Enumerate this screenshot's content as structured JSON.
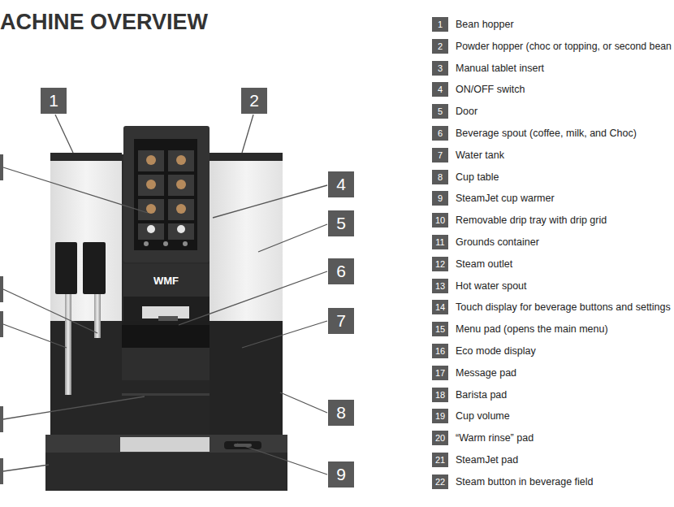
{
  "diagram": {
    "title": "ACHINE OVERVIEW",
    "nodes": [
      {
        "text": [
          "1"
        ]
      },
      {
        "text": [
          "2"
        ]
      },
      {
        "text": [
          "4"
        ]
      },
      {
        "text": [
          "5"
        ]
      },
      {
        "text": [
          "6"
        ]
      },
      {
        "text": [
          "7"
        ]
      },
      {
        "text": [
          "8"
        ]
      },
      {
        "text": [
          "9"
        ]
      },
      {
        "text": [
          "1",
          "Bean hopper"
        ]
      },
      {
        "text": [
          "2",
          "Powder hopper (choc or topping, or second bean"
        ]
      },
      {
        "text": [
          "3",
          "Manual tablet insert"
        ]
      },
      {
        "text": [
          "4",
          "ON/OFF switch"
        ]
      },
      {
        "text": [
          "5",
          "Door"
        ]
      },
      {
        "text": [
          "6",
          "Beverage spout (coffee, milk, and Choc)"
        ]
      },
      {
        "text": [
          "7",
          "Water tank"
        ]
      },
      {
        "text": [
          "8",
          "Cup table"
        ]
      },
      {
        "text": [
          "9",
          "SteamJet cup warmer"
        ]
      },
      {
        "text": [
          "10",
          "Removable drip tray with drip grid"
        ]
      },
      {
        "text": [
          "11",
          "Grounds container"
        ]
      },
      {
        "text": [
          "12",
          "Steam outlet"
        ]
      },
      {
        "text": [
          "13",
          "Hot water spout"
        ]
      },
      {
        "text": [
          "14",
          "Touch display for beverage buttons and settings"
        ]
      },
      {
        "text": [
          "15",
          "Menu pad (opens the main menu)"
        ]
      },
      {
        "text": [
          "16",
          "Eco mode display"
        ]
      },
      {
        "text": [
          "17",
          "Message pad"
        ]
      },
      {
        "text": [
          "18",
          "Barista pad"
        ]
      },
      {
        "text": [
          "19",
          "Cup volume"
        ]
      },
      {
        "text": [
          "20",
          "“Warm rinse” pad"
        ]
      },
      {
        "text": [
          "21",
          "SteamJet pad"
        ]
      },
      {
        "text": [
          "22",
          "Steam button in beverage field"
        ]
      }
    ],
    "labels": [
      "WMF"
    ]
  }
}
